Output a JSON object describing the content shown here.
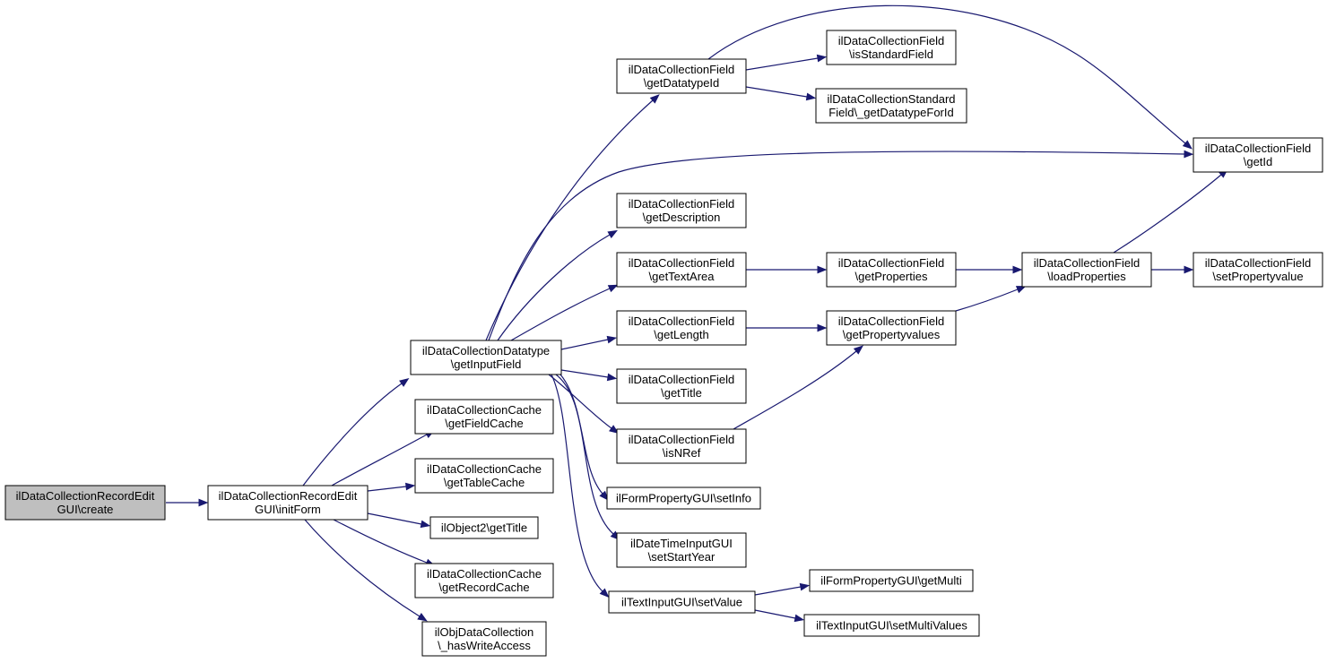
{
  "nodes": [
    {
      "id": "create",
      "lines": [
        "ilDataCollectionRecordEdit",
        "GUI\\create"
      ],
      "root": true
    },
    {
      "id": "initForm",
      "lines": [
        "ilDataCollectionRecordEdit",
        "GUI\\initForm"
      ]
    },
    {
      "id": "getInputField",
      "lines": [
        "ilDataCollectionDatatype",
        "\\getInputField"
      ]
    },
    {
      "id": "getFieldCache",
      "lines": [
        "ilDataCollectionCache",
        "\\getFieldCache"
      ]
    },
    {
      "id": "getTableCache",
      "lines": [
        "ilDataCollectionCache",
        "\\getTableCache"
      ]
    },
    {
      "id": "obj2GetTitle",
      "lines": [
        "ilObject2\\getTitle"
      ]
    },
    {
      "id": "getRecordCache",
      "lines": [
        "ilDataCollectionCache",
        "\\getRecordCache"
      ]
    },
    {
      "id": "hasWriteAccess",
      "lines": [
        "ilObjDataCollection",
        "\\_hasWriteAccess"
      ]
    },
    {
      "id": "getDatatypeId",
      "lines": [
        "ilDataCollectionField",
        "\\getDatatypeId"
      ]
    },
    {
      "id": "getDescription",
      "lines": [
        "ilDataCollectionField",
        "\\getDescription"
      ]
    },
    {
      "id": "getTextArea",
      "lines": [
        "ilDataCollectionField",
        "\\getTextArea"
      ]
    },
    {
      "id": "getLength",
      "lines": [
        "ilDataCollectionField",
        "\\getLength"
      ]
    },
    {
      "id": "fieldGetTitle",
      "lines": [
        "ilDataCollectionField",
        "\\getTitle"
      ]
    },
    {
      "id": "isNRef",
      "lines": [
        "ilDataCollectionField",
        "\\isNRef"
      ]
    },
    {
      "id": "setInfo",
      "lines": [
        "ilFormPropertyGUI\\setInfo"
      ]
    },
    {
      "id": "setStartYear",
      "lines": [
        "ilDateTimeInputGUI",
        "\\setStartYear"
      ]
    },
    {
      "id": "setValue",
      "lines": [
        "ilTextInputGUI\\setValue"
      ]
    },
    {
      "id": "isStandardField",
      "lines": [
        "ilDataCollectionField",
        "\\isStandardField"
      ]
    },
    {
      "id": "getDatatypeForId",
      "lines": [
        "ilDataCollectionStandard",
        "Field\\_getDatatypeForId"
      ]
    },
    {
      "id": "getProperties",
      "lines": [
        "ilDataCollectionField",
        "\\getProperties"
      ]
    },
    {
      "id": "getPropertyvalues",
      "lines": [
        "ilDataCollectionField",
        "\\getPropertyvalues"
      ]
    },
    {
      "id": "getMulti",
      "lines": [
        "ilFormPropertyGUI\\getMulti"
      ]
    },
    {
      "id": "setMultiValues",
      "lines": [
        "ilTextInputGUI\\setMultiValues"
      ]
    },
    {
      "id": "getId",
      "lines": [
        "ilDataCollectionField",
        "\\getId"
      ]
    },
    {
      "id": "loadProperties",
      "lines": [
        "ilDataCollectionField",
        "\\loadProperties"
      ]
    },
    {
      "id": "setPropertyvalue",
      "lines": [
        "ilDataCollectionField",
        "\\setPropertyvalue"
      ]
    }
  ],
  "edges": [
    {
      "from": "create",
      "to": "initForm"
    },
    {
      "from": "initForm",
      "to": "getInputField"
    },
    {
      "from": "initForm",
      "to": "getFieldCache"
    },
    {
      "from": "initForm",
      "to": "getTableCache"
    },
    {
      "from": "initForm",
      "to": "obj2GetTitle"
    },
    {
      "from": "initForm",
      "to": "getRecordCache"
    },
    {
      "from": "initForm",
      "to": "hasWriteAccess"
    },
    {
      "from": "getInputField",
      "to": "getDatatypeId"
    },
    {
      "from": "getInputField",
      "to": "getId"
    },
    {
      "from": "getInputField",
      "to": "getDescription"
    },
    {
      "from": "getInputField",
      "to": "getTextArea"
    },
    {
      "from": "getInputField",
      "to": "getLength"
    },
    {
      "from": "getInputField",
      "to": "fieldGetTitle"
    },
    {
      "from": "getInputField",
      "to": "isNRef"
    },
    {
      "from": "getInputField",
      "to": "setInfo"
    },
    {
      "from": "getInputField",
      "to": "setStartYear"
    },
    {
      "from": "getInputField",
      "to": "setValue"
    },
    {
      "from": "getDatatypeId",
      "to": "getId"
    },
    {
      "from": "getDatatypeId",
      "to": "isStandardField"
    },
    {
      "from": "getDatatypeId",
      "to": "getDatatypeForId"
    },
    {
      "from": "getTextArea",
      "to": "getProperties"
    },
    {
      "from": "getLength",
      "to": "getPropertyvalues"
    },
    {
      "from": "isNRef",
      "to": "getPropertyvalues"
    },
    {
      "from": "getProperties",
      "to": "loadProperties"
    },
    {
      "from": "getPropertyvalues",
      "to": "loadProperties"
    },
    {
      "from": "loadProperties",
      "to": "getId"
    },
    {
      "from": "loadProperties",
      "to": "setPropertyvalue"
    },
    {
      "from": "setValue",
      "to": "getMulti"
    },
    {
      "from": "setValue",
      "to": "setMultiValues"
    }
  ]
}
